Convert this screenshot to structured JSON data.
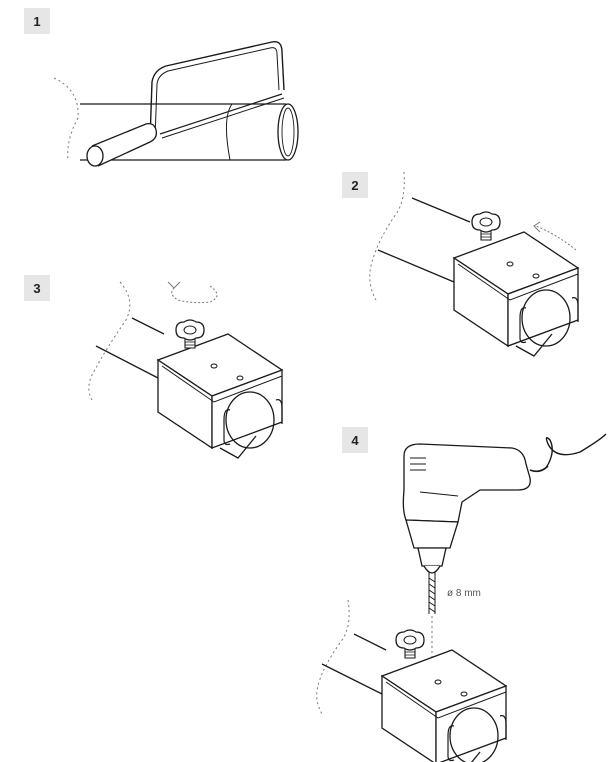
{
  "steps": [
    {
      "number": "1",
      "illustration": "saw-cutting-tube"
    },
    {
      "number": "2",
      "illustration": "slide-clamp-onto-tube"
    },
    {
      "number": "3",
      "illustration": "tighten-knob"
    },
    {
      "number": "4",
      "illustration": "drill-hole"
    }
  ],
  "drill": {
    "diameter_label": "ø 8 mm"
  },
  "colors": {
    "line": "#1a1a1a",
    "badge_bg": "#e6e6e6",
    "dashed": "#777777"
  }
}
